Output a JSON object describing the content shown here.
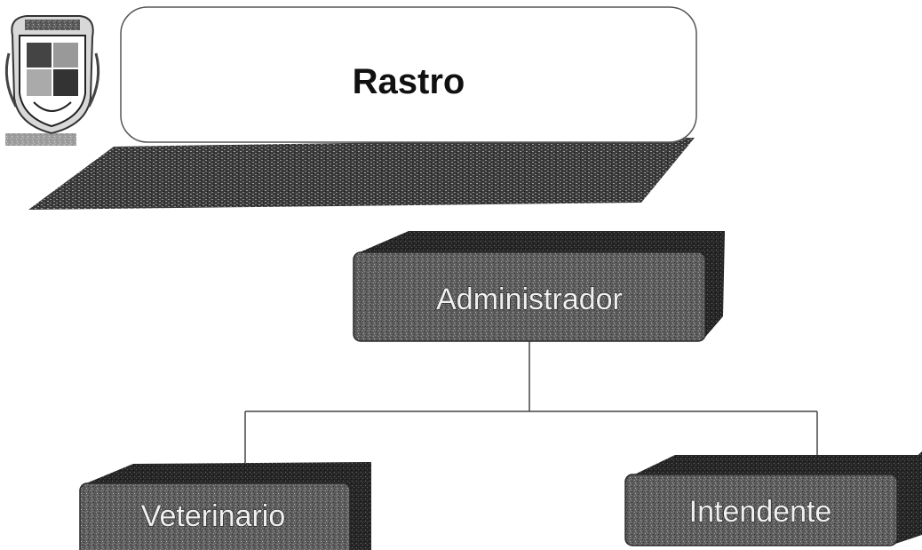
{
  "diagram": {
    "title": "Rastro",
    "emblem": "coat-of-arms-icon",
    "root": {
      "label": "Administrador"
    },
    "children": [
      {
        "label": "Veterinario"
      },
      {
        "label": "Intendente"
      }
    ]
  },
  "colors": {
    "box_fill": "#6e6e6e",
    "box_side": "#1c1c1c",
    "title_fill": "#ffffff",
    "title_shadow": "#333333"
  }
}
